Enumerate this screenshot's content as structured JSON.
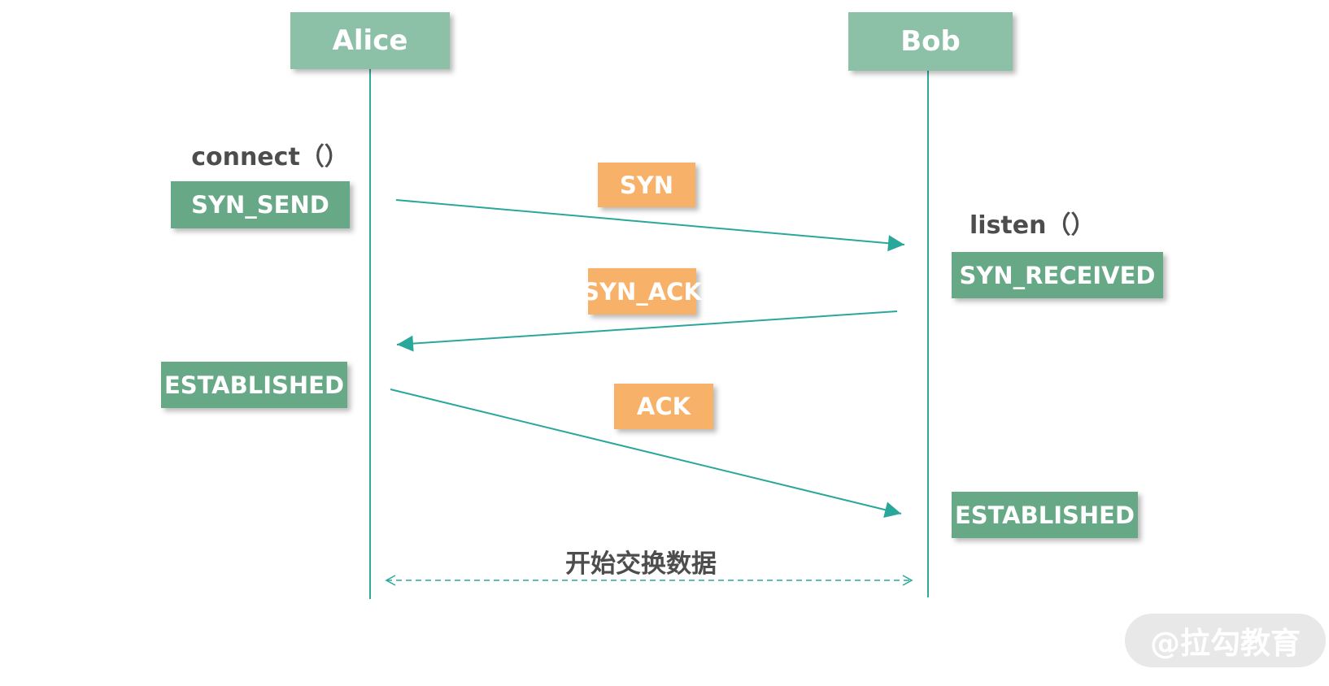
{
  "diagram": {
    "actors": [
      {
        "label": "Alice"
      },
      {
        "label": "Bob"
      }
    ],
    "calls": [
      {
        "label": "connect（）",
        "actor": "Alice"
      },
      {
        "label": "listen（）",
        "actor": "Bob"
      }
    ],
    "states": [
      {
        "label": "SYN_SEND",
        "actor": "Alice"
      },
      {
        "label": "SYN_RECEIVED",
        "actor": "Bob"
      },
      {
        "label": "ESTABLISHED",
        "actor": "Alice"
      },
      {
        "label": "ESTABLISHED",
        "actor": "Bob"
      }
    ],
    "messages": [
      {
        "label": "SYN",
        "from": "Alice",
        "to": "Bob"
      },
      {
        "label": "SYN_ACK",
        "from": "Bob",
        "to": "Alice"
      },
      {
        "label": "ACK",
        "from": "Alice",
        "to": "Bob"
      }
    ],
    "exchange_note": "开始交换数据",
    "watermark": "@拉勾教育",
    "colors": {
      "actor_fill": "#8cc0a7",
      "state_fill": "#67a986",
      "message_fill": "#f8b168",
      "line_teal": "#2aa79b",
      "text_dark": "#4d4d4d",
      "text_light": "#ffffff",
      "watermark_bg": "#e8e8e8"
    }
  }
}
